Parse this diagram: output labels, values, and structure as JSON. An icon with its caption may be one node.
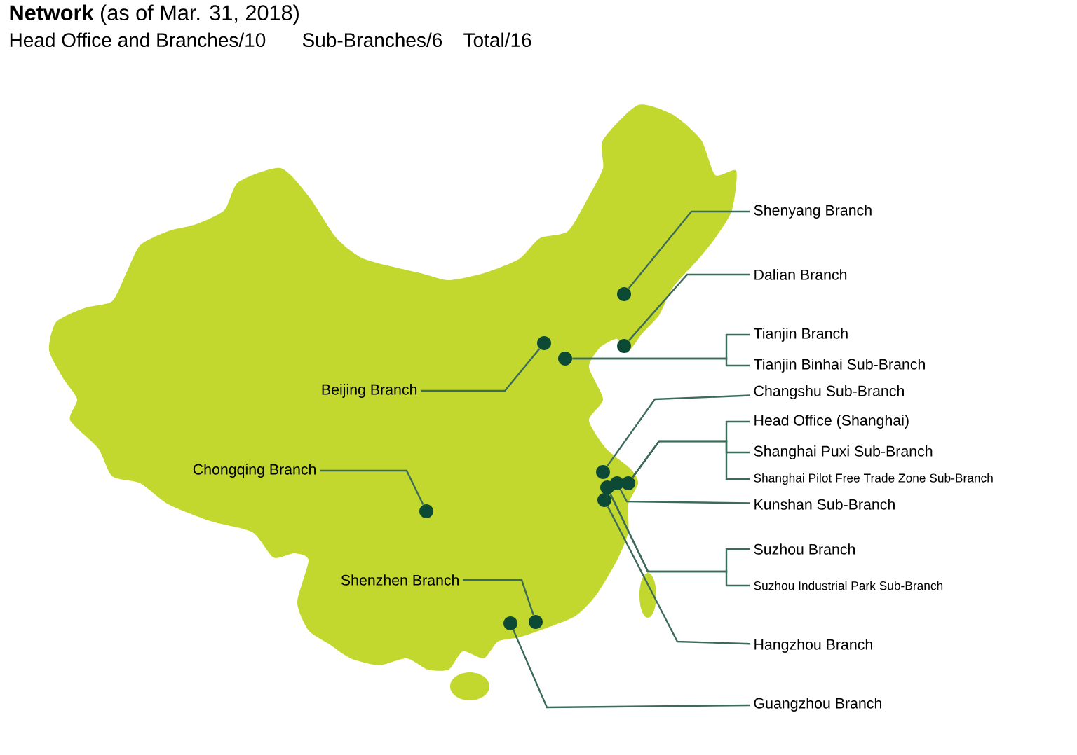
{
  "diagram": {
    "title": "**Network** (as of Mar. 31, 2018)",
    "nodes": [
      {
        "text": [
          "Shenyang Branch"
        ]
      },
      {
        "text": [],
        "shape": "circle"
      },
      {
        "text": [
          "Dalian Branch"
        ]
      },
      {
        "text": [],
        "shape": "circle"
      },
      {
        "text": [
          "Tianjin Branch"
        ]
      },
      {
        "text": [
          "Tianjin Binhai Sub-Branch"
        ]
      },
      {
        "text": [],
        "shape": "circle"
      },
      {
        "text": [],
        "shape": "circle"
      },
      {
        "text": [
          "Beijing Branch"
        ]
      },
      {
        "text": [
          "Changshu Sub-Branch"
        ]
      },
      {
        "text": [],
        "shape": "circle"
      },
      {
        "text": [
          "Head Office (Shanghai)"
        ]
      },
      {
        "text": [
          "Shanghai Puxi Sub-Branch"
        ]
      },
      {
        "text": [
          "Shanghai Pilot Free Trade Zone Sub-Branch"
        ]
      },
      {
        "text": [],
        "shape": "circle"
      },
      {
        "text": [],
        "shape": "circle"
      },
      {
        "text": [
          "Kunshan Sub-Branch"
        ]
      },
      {
        "text": [
          "Chongqing Branch"
        ]
      },
      {
        "text": [],
        "shape": "circle"
      },
      {
        "text": [
          "Suzhou Branch"
        ]
      },
      {
        "text": [
          "Suzhou Industrial Park Sub-Branch"
        ]
      },
      {
        "text": [],
        "shape": "circle"
      },
      {
        "text": [],
        "shape": "circle"
      },
      {
        "text": [
          "Shenzhen Branch"
        ]
      },
      {
        "text": [],
        "shape": "circle"
      },
      {
        "text": [],
        "shape": "circle"
      },
      {
        "text": [
          "Hangzhou Branch"
        ]
      },
      {
        "text": [
          "Guangzhou Branch"
        ]
      }
    ],
    "edges": [
      {
        "from": 0,
        "to": 1,
        "arrow": "none"
      },
      {
        "from": 2,
        "to": 3,
        "arrow": "none"
      },
      {
        "from": 4,
        "to": 6,
        "arrow": "none"
      },
      {
        "from": 5,
        "to": 6,
        "arrow": "none"
      },
      {
        "from": 8,
        "to": 7,
        "arrow": "none"
      },
      {
        "from": 9,
        "to": 10,
        "arrow": "none"
      },
      {
        "from": 11,
        "to": 14,
        "arrow": "none"
      },
      {
        "from": 12,
        "to": 14,
        "arrow": "none"
      },
      {
        "from": 13,
        "to": 14,
        "arrow": "none"
      },
      {
        "from": 16,
        "to": 15,
        "arrow": "none"
      },
      {
        "from": 17,
        "to": 18,
        "arrow": "none"
      },
      {
        "from": 19,
        "to": 21,
        "arrow": "none"
      },
      {
        "from": 20,
        "to": 21,
        "arrow": "none"
      },
      {
        "from": 26,
        "to": 22,
        "arrow": "none"
      },
      {
        "from": 23,
        "to": 24,
        "arrow": "none"
      },
      {
        "from": 27,
        "to": 25,
        "arrow": "none"
      }
    ],
    "labels": [
      "Head Office and Branches/10",
      "Sub-Branches/6",
      "Total/16"
    ]
  }
}
